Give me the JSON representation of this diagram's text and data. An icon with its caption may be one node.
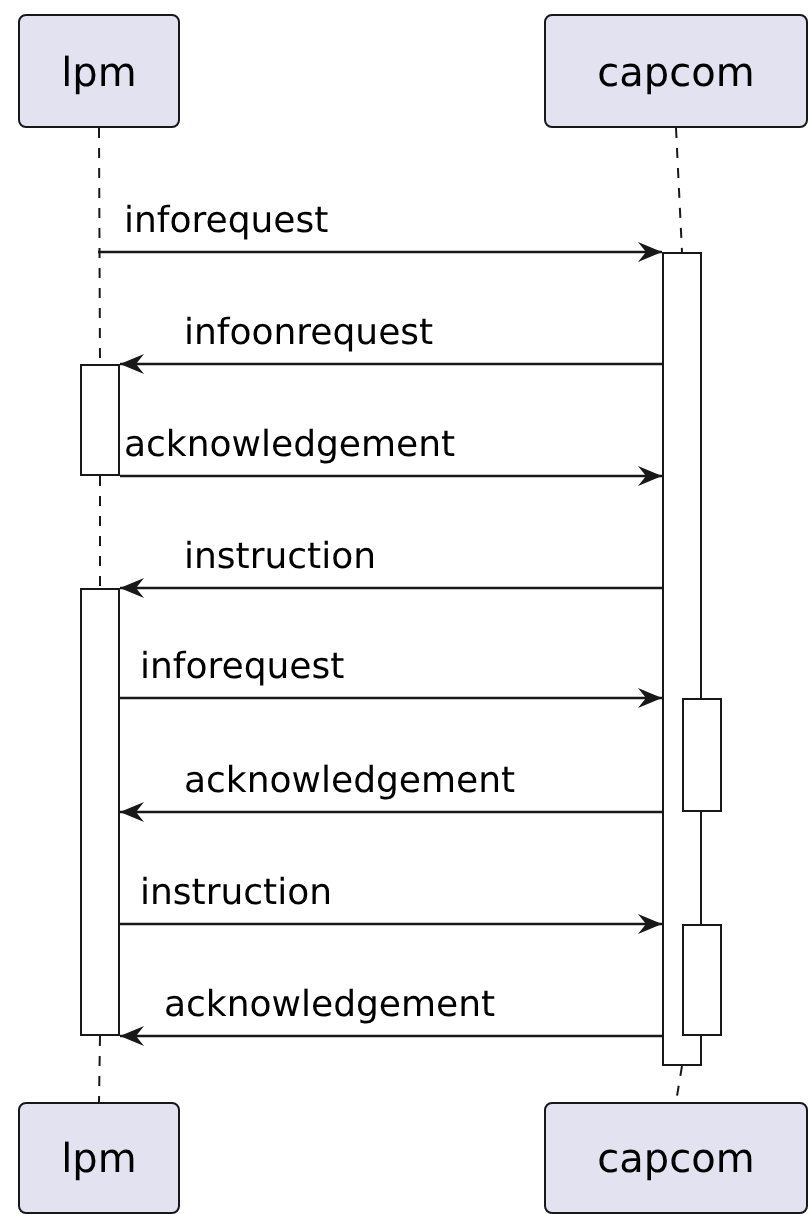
{
  "diagram": {
    "nodes": [
      {
        "text": [
          "lpm"
        ]
      },
      {
        "text": [
          "capcom"
        ]
      },
      {
        "text": [],
        "shape": "bar"
      },
      {
        "text": [],
        "shape": "bar"
      },
      {
        "text": [],
        "shape": "bar"
      },
      {
        "text": [],
        "shape": "bar"
      },
      {
        "text": [],
        "shape": "bar"
      },
      {
        "text": [
          "lpm"
        ]
      },
      {
        "text": [
          "capcom"
        ]
      }
    ],
    "edges": [
      {
        "from": null,
        "to": 2,
        "arrow": "to",
        "label": "inforequest"
      },
      {
        "from": 2,
        "to": 3,
        "arrow": "to",
        "label": "infoonrequest"
      },
      {
        "from": 3,
        "to": 2,
        "arrow": "to",
        "label": "acknowledgement"
      },
      {
        "from": 2,
        "to": 4,
        "arrow": "to",
        "label": "instruction"
      },
      {
        "from": 4,
        "to": 2,
        "arrow": "to",
        "label": "inforequest"
      },
      {
        "from": 2,
        "to": 4,
        "arrow": "to",
        "label": "acknowledgement"
      },
      {
        "from": 4,
        "to": 2,
        "arrow": "to",
        "label": "instruction"
      },
      {
        "from": 2,
        "to": 4,
        "arrow": "to",
        "label": "acknowledgement"
      },
      {
        "from": 0,
        "to": 3,
        "arrow": "none",
        "style": "dashed"
      },
      {
        "from": 3,
        "to": 4,
        "arrow": "none",
        "style": "dashed"
      },
      {
        "from": 4,
        "to": 7,
        "arrow": "none",
        "style": "dashed"
      },
      {
        "from": 1,
        "to": 2,
        "arrow": "none",
        "style": "dashed"
      },
      {
        "from": 2,
        "to": 8,
        "arrow": "none",
        "style": "dashed"
      }
    ]
  }
}
